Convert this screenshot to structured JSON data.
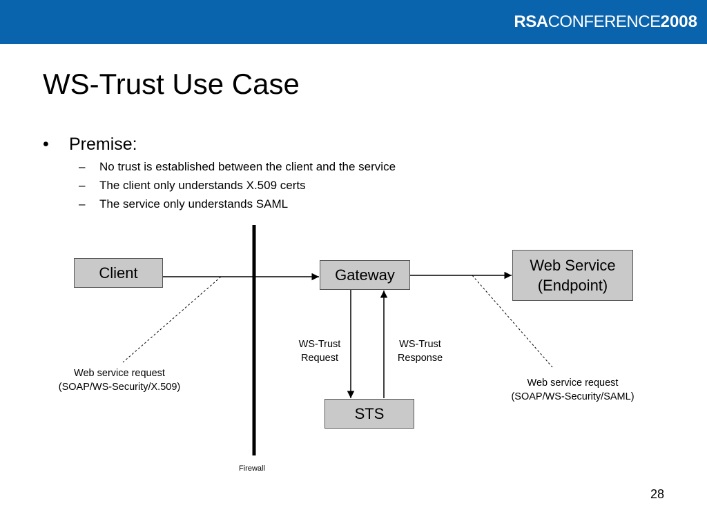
{
  "header": {
    "brand": {
      "part1": "RSA",
      "part2": "CONFERENCE",
      "part3": "2008"
    },
    "bar_color": "#0a63ad"
  },
  "slide": {
    "title": "WS-Trust Use Case",
    "bullet": {
      "symbol": "•",
      "text": "Premise:"
    },
    "sub_bullets": [
      {
        "dash": "–",
        "text": "No trust is established between the client and the service"
      },
      {
        "dash": "–",
        "text": "The client only understands X.509 certs"
      },
      {
        "dash": "–",
        "text": "The service only understands SAML"
      }
    ],
    "page_number": "28"
  },
  "diagram": {
    "nodes": {
      "client": "Client",
      "gateway": "Gateway",
      "web_service_line1": "Web Service",
      "web_service_line2": "(Endpoint)",
      "sts": "STS"
    },
    "labels": {
      "ws_trust_request_line1": "WS-Trust",
      "ws_trust_request_line2": "Request",
      "ws_trust_response_line1": "WS-Trust",
      "ws_trust_response_line2": "Response",
      "client_request_line1": "Web service request",
      "client_request_line2": "(SOAP/WS-Security/X.509)",
      "service_request_line1": "Web service request",
      "service_request_line2": "(SOAP/WS-Security/SAML)",
      "firewall": "Firewall"
    },
    "box_color": "#c9c9c9"
  }
}
